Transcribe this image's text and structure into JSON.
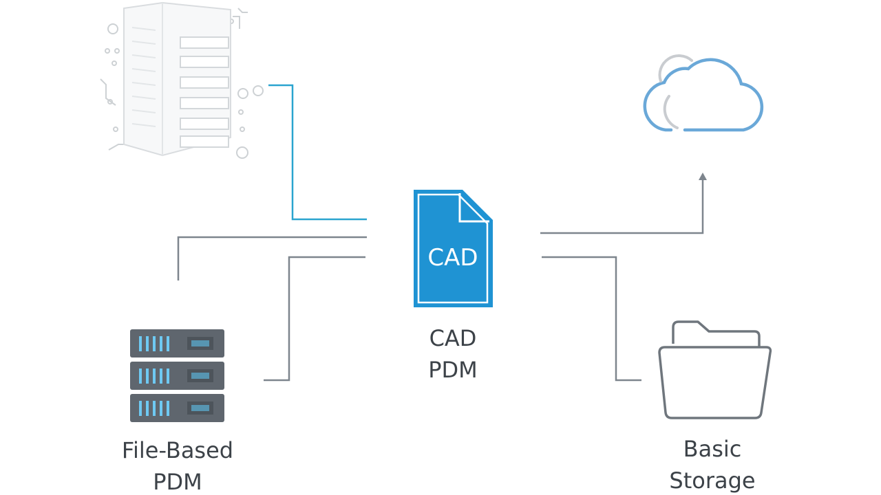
{
  "center": {
    "doc_text": "CAD",
    "label_line1": "CAD",
    "label_line2": "PDM"
  },
  "left": {
    "label_line1": "File-Based",
    "label_line2": "PDM"
  },
  "right": {
    "label_line1": "Basic",
    "label_line2": "Storage"
  },
  "colors": {
    "accent_blue": "#1f93d3",
    "highlight_connector": "#2aa4cf",
    "connector_gray": "#7d858d",
    "server_rack_body": "#5f666e",
    "server_led": "#6ec9f2",
    "cloud_outline": "#6aa8d8",
    "folder_outline": "#6f767d",
    "label_text": "#3c4248"
  },
  "icons": {
    "top_left": "tower-server-icon",
    "bottom_left": "rack-server-icon",
    "center": "cad-document-icon",
    "top_right": "cloud-icon",
    "bottom_right": "folder-icon"
  }
}
